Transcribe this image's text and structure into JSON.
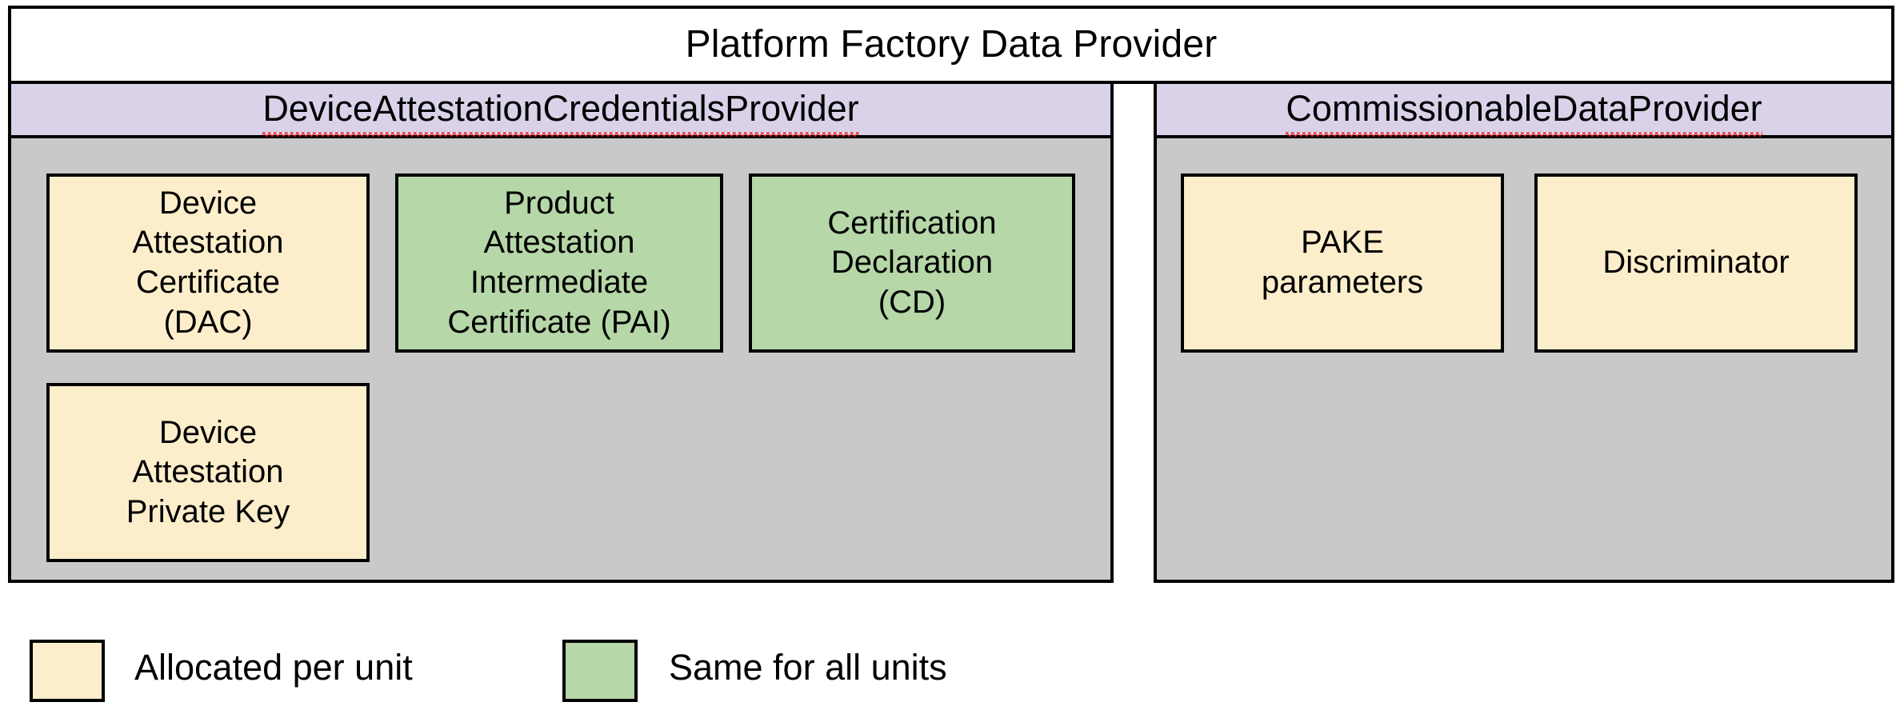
{
  "diagram": {
    "title": "Platform Factory Data Provider",
    "providers": [
      {
        "name": "DeviceAttestationCredentialsProvider",
        "spellcheck_underline": true,
        "items": [
          {
            "label": "Device\nAttestation\nCertificate\n(DAC)",
            "category": "allocated_per_unit"
          },
          {
            "label": "Product\nAttestation\nIntermediate\nCertificate (PAI)",
            "category": "same_for_all_units"
          },
          {
            "label": "Certification\nDeclaration\n(CD)",
            "category": "same_for_all_units"
          },
          {
            "label": "Device\nAttestation\nPrivate Key",
            "category": "allocated_per_unit"
          }
        ]
      },
      {
        "name": "CommissionableDataProvider",
        "spellcheck_underline": true,
        "items": [
          {
            "label": "PAKE\nparameters",
            "category": "allocated_per_unit"
          },
          {
            "label": "Discriminator",
            "category": "allocated_per_unit"
          }
        ]
      }
    ]
  },
  "legend": {
    "entries": [
      {
        "label": "Allocated per unit",
        "category": "allocated_per_unit",
        "color": "#fdeecb"
      },
      {
        "label": "Same for all units",
        "category": "same_for_all_units",
        "color": "#b6d7a8"
      }
    ]
  },
  "colors": {
    "allocated_per_unit": "#fdeecb",
    "same_for_all_units": "#b6d7a8",
    "provider_header": "#d9d2e9",
    "provider_body": "#c9c9c9",
    "title_background": "#ffffff",
    "outline": "#000000",
    "spellcheck_underline": "#ee1111"
  }
}
